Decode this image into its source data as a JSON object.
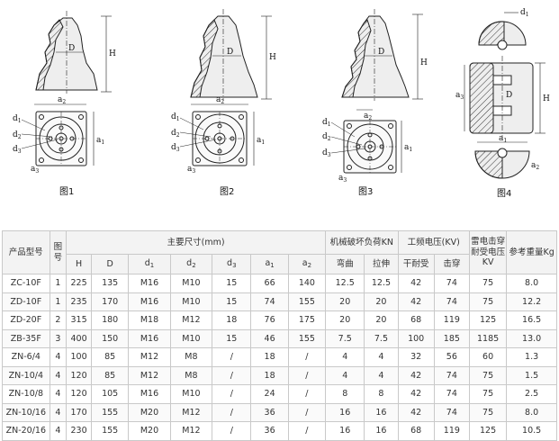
{
  "figures": {
    "labels": [
      "图1",
      "图2",
      "图3",
      "图4"
    ],
    "dim_letters": {
      "D": "D",
      "H": "H",
      "a1": "a",
      "a2": "a",
      "a3": "a",
      "d1": "d",
      "d2": "d",
      "d3": "d",
      "sub1": "1",
      "sub2": "2",
      "sub3": "3"
    }
  },
  "table": {
    "header": {
      "model": "产品型号",
      "fig_no": "图号",
      "main_dims": "主要尺寸(mm)",
      "mech_load": "机械破坏负荷KN",
      "freq_voltage": "工频电压(KV)",
      "lightning": "雷电击穿耐受电压KV",
      "weight": "参考重量Kg",
      "sub": {
        "H": "H",
        "D": "D",
        "d1": "d",
        "d1s": "1",
        "d2": "d",
        "d2s": "2",
        "d3": "d",
        "d3s": "3",
        "a1": "a",
        "a1s": "1",
        "a2": "a",
        "a2s": "2",
        "bend": "弯曲",
        "tensile": "拉伸",
        "dry": "干耐受",
        "puncture": "击穿",
        "weight_unit": "Kg"
      }
    },
    "rows": [
      [
        "ZC-10F",
        "1",
        "225",
        "135",
        "M16",
        "M10",
        "15",
        "66",
        "140",
        "12.5",
        "12.5",
        "42",
        "74",
        "75",
        "8.0"
      ],
      [
        "ZD-10F",
        "1",
        "235",
        "170",
        "M16",
        "M10",
        "15",
        "74",
        "155",
        "20",
        "20",
        "42",
        "74",
        "75",
        "12.2"
      ],
      [
        "ZD-20F",
        "2",
        "315",
        "180",
        "M18",
        "M12",
        "18",
        "76",
        "175",
        "20",
        "20",
        "68",
        "119",
        "125",
        "16.5"
      ],
      [
        "ZB-35F",
        "3",
        "400",
        "150",
        "M16",
        "M10",
        "15",
        "46",
        "155",
        "7.5",
        "7.5",
        "100",
        "185",
        "1185",
        "13.0"
      ],
      [
        "ZN-6/4",
        "4",
        "100",
        "85",
        "M12",
        "M8",
        "/",
        "18",
        "/",
        "4",
        "4",
        "32",
        "56",
        "60",
        "1.3"
      ],
      [
        "ZN-10/4",
        "4",
        "120",
        "85",
        "M12",
        "M8",
        "/",
        "18",
        "/",
        "4",
        "4",
        "42",
        "74",
        "75",
        "1.5"
      ],
      [
        "ZN-10/8",
        "4",
        "120",
        "105",
        "M16",
        "M10",
        "/",
        "24",
        "/",
        "8",
        "8",
        "42",
        "74",
        "75",
        "2.5"
      ],
      [
        "ZN-10/16",
        "4",
        "170",
        "155",
        "M20",
        "M12",
        "/",
        "36",
        "/",
        "16",
        "16",
        "42",
        "74",
        "75",
        "8.0"
      ],
      [
        "ZN-20/16",
        "4",
        "230",
        "155",
        "M20",
        "M12",
        "/",
        "36",
        "/",
        "16",
        "16",
        "68",
        "119",
        "125",
        "10.5"
      ]
    ]
  }
}
